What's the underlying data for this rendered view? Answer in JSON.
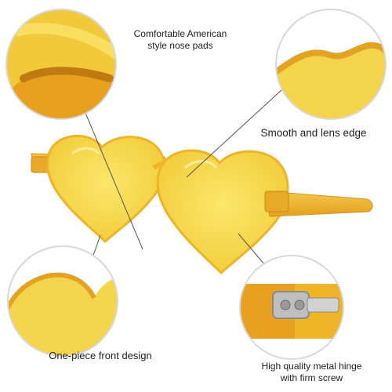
{
  "callouts": {
    "nose_pads": {
      "line1": "Comfortable American",
      "line2": "style nose pads"
    },
    "lens_edge": {
      "text": "Smooth and lens edge"
    },
    "front_design": {
      "text": "One-piece front design"
    },
    "hinge": {
      "line1": "High quality metal hinge",
      "line2": "with firm screw"
    }
  },
  "colors": {
    "lens": "#f7dd52",
    "frame": "#efb32a",
    "frame_dark": "#d7921a",
    "leader_line": "#555555"
  },
  "icons": [
    "heart-sunglasses",
    "zoom-circle",
    "metal-hinge"
  ]
}
